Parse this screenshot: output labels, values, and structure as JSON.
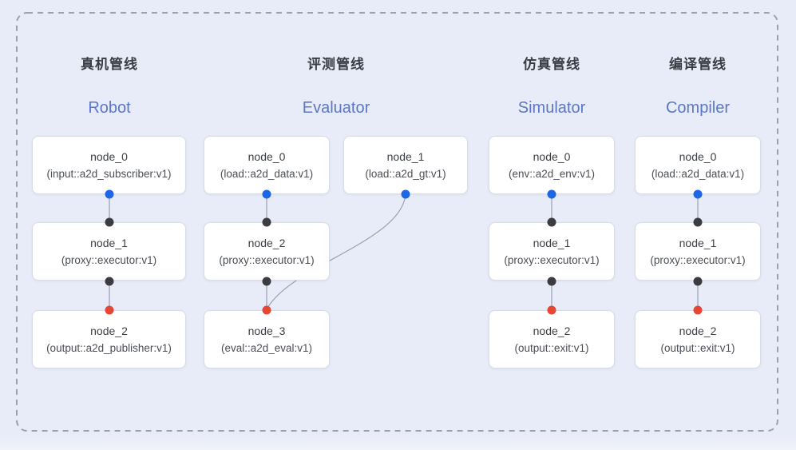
{
  "page": {
    "background": "#e8ecf8"
  },
  "colors": {
    "blue-dot": "#1d66e5",
    "black-dot": "#3b3b40",
    "red-dot": "#e64634",
    "edge-color": "#99a1b3",
    "border-color": "#9aa1ad",
    "node-bg": "#ffffff",
    "node-border": "#d8dce4",
    "title-color": "#393c42",
    "subtitle-color": "#5c78c4",
    "node-title-color": "#3c4046",
    "node-spec-color": "#4a4e55"
  },
  "pipelines": [
    {
      "id": "robot",
      "title_zh": "真机管线",
      "title_en": "Robot",
      "nodes": [
        {
          "name": "node_0",
          "spec": "(input::a2d_subscriber:v1)"
        },
        {
          "name": "node_1",
          "spec": "(proxy::executor:v1)"
        },
        {
          "name": "node_2",
          "spec": "(output::a2d_publisher:v1)"
        }
      ]
    },
    {
      "id": "evaluator",
      "title_zh": "评测管线",
      "title_en": "Evaluator",
      "nodes": [
        {
          "name": "node_0",
          "spec": "(load::a2d_data:v1)"
        },
        {
          "name": "node_1",
          "spec": "(load::a2d_gt:v1)"
        },
        {
          "name": "node_2",
          "spec": "(proxy::executor:v1)"
        },
        {
          "name": "node_3",
          "spec": "(eval::a2d_eval:v1)"
        }
      ]
    },
    {
      "id": "simulator",
      "title_zh": "仿真管线",
      "title_en": "Simulator",
      "nodes": [
        {
          "name": "node_0",
          "spec": "(env::a2d_env:v1)"
        },
        {
          "name": "node_1",
          "spec": "(proxy::executor:v1)"
        },
        {
          "name": "node_2",
          "spec": "(output::exit:v1)"
        }
      ]
    },
    {
      "id": "compiler",
      "title_zh": "编译管线",
      "title_en": "Compiler",
      "nodes": [
        {
          "name": "node_0",
          "spec": "(load::a2d_data:v1)"
        },
        {
          "name": "node_1",
          "spec": "(proxy::executor:v1)"
        },
        {
          "name": "node_2",
          "spec": "(output::exit:v1)"
        }
      ]
    }
  ]
}
